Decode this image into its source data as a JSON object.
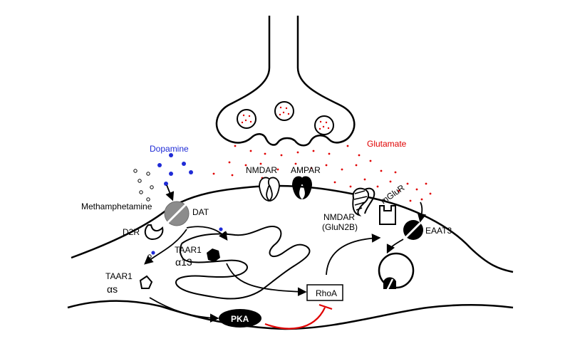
{
  "labels": {
    "dopamine": "Dopamine",
    "glutamate": "Glutamate",
    "methamphetamine": "Methamphetamine",
    "dat": "DAT",
    "d2r": "D2R",
    "taar1_a13_line1": "TAAR1",
    "taar1_a13_line2": "α13",
    "taar1_as_line1": "TAAR1",
    "taar1_as_line2": "αs",
    "nmdar": "NMDAR",
    "ampar": "AMPAR",
    "nmdar_glun2b_line1": "NMDAR",
    "nmdar_glun2b_line2": "(GluN2B)",
    "mglur": "mGluR",
    "eaat3": "EAAT3",
    "rhoa": "RhoA",
    "pka": "PKA"
  },
  "colors": {
    "dopamine": "#1f2bd6",
    "glutamate": "#e00000",
    "line": "#000000",
    "inhibition": "#e00000"
  }
}
